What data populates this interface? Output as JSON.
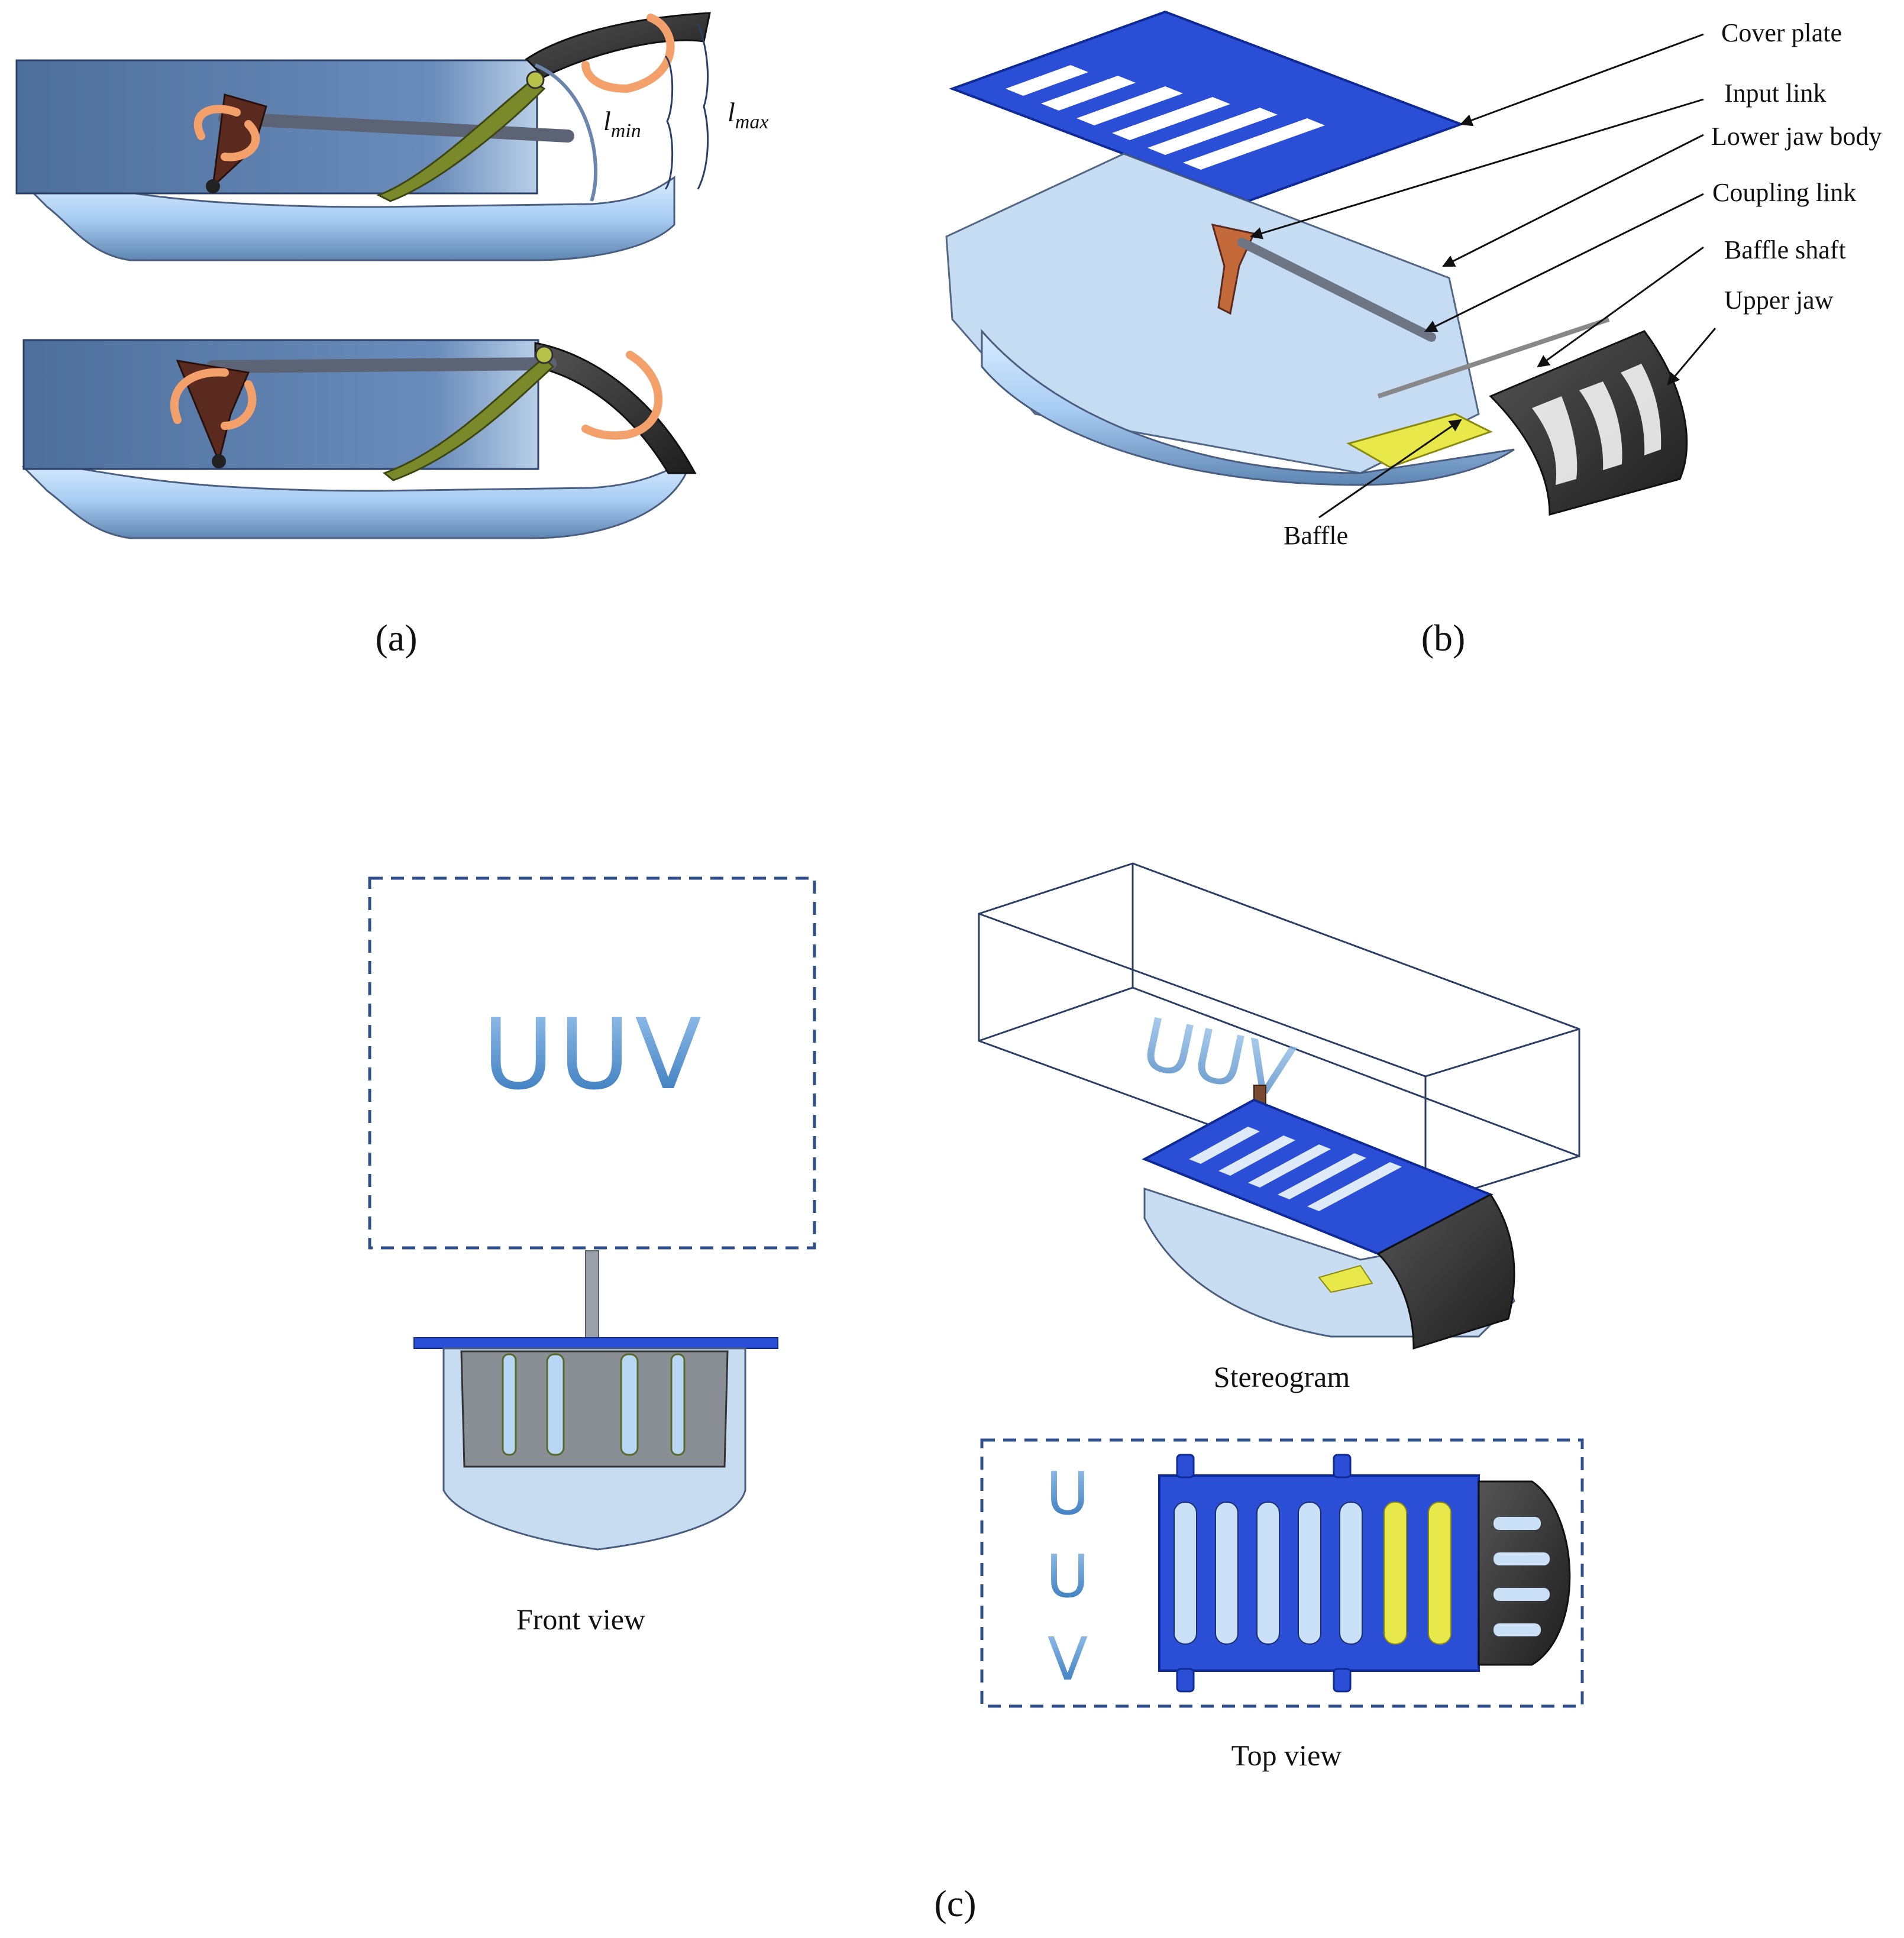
{
  "panel_a": {
    "caption": "(a)",
    "labels": {
      "l_min": "l",
      "l_min_sub": "min",
      "l_max": "l",
      "l_max_sub": "max"
    }
  },
  "panel_b": {
    "caption": "(b)",
    "callouts": {
      "cover_plate": "Cover plate",
      "input_link": "Input link",
      "lower_jaw_body": "Lower jaw body",
      "coupling_link": "Coupling link",
      "baffle_shaft": "Baffle shaft",
      "upper_jaw": "Upper jaw",
      "baffle": "Baffle"
    }
  },
  "panel_c": {
    "caption": "(c)",
    "front_view_label": "Front view",
    "stereogram_label": "Stereogram",
    "top_view_label": "Top view",
    "uuv_text": "UUV",
    "uuv_vertical": [
      "U",
      "U",
      "V"
    ]
  },
  "colors": {
    "body_blue": "#5a7fb0",
    "cover_blue": "#2a4fd6",
    "arrow_orange": "#f4a06a",
    "link_olive": "#7a8a2a",
    "input_brown": "#5a2a1e",
    "jaw_dark": "#3a3a3a",
    "baffle_yellow": "#e8e84a",
    "dash_blue": "#2e4f8c"
  }
}
